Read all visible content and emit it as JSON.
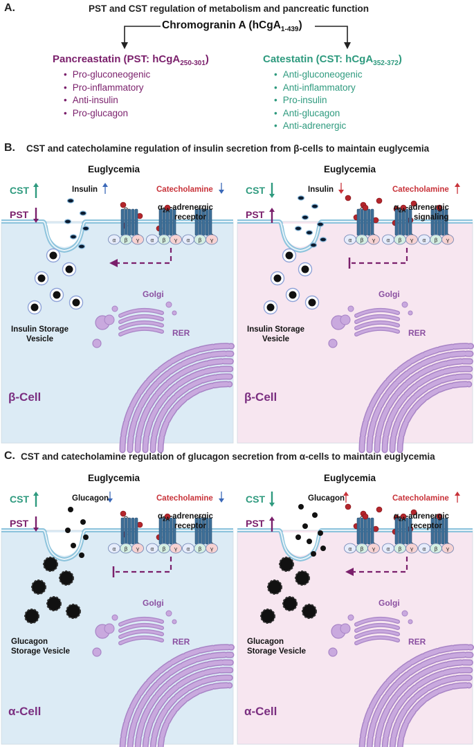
{
  "section_a": {
    "letter": "A.",
    "title": "PST and CST regulation of metabolism and pancreatic function",
    "root": "Chromogranin A (hCgA",
    "root_sub": "1-439",
    "root_close": ")",
    "pst": {
      "title": "Pancreastatin (PST: hCgA",
      "sub": "250-301",
      "close": ")",
      "items": [
        "Pro-gluconeogenic",
        "Pro-inflammatory",
        "Anti-insulin",
        "Pro-glucagon"
      ]
    },
    "cst": {
      "title": "Catestatin (CST: hCgA",
      "sub": "352-372",
      "close": ")",
      "items": [
        "Anti-gluconeogenic",
        "Anti-inflammatory",
        "Pro-insulin",
        "Anti-glucagon",
        "Anti-adrenergic"
      ]
    }
  },
  "section_b": {
    "letter": "B.",
    "title": "CST and catecholamine regulation of insulin secretion from β-cells to maintain euglycemia",
    "left": {
      "heading": "Euglycemia",
      "cst": "CST",
      "pst": "PST",
      "hormone": "Insulin",
      "catecholamine": "Catecholamine",
      "receptor_l1": "α",
      "receptor_sub": "2A",
      "receptor_l1b": "-adrenergic",
      "receptor_l2": "receptor",
      "golgi": "Golgi",
      "rer": "RER",
      "vesicle_l1": "Insulin Storage",
      "vesicle_l2": "Vesicle",
      "cell": "β-Cell"
    },
    "right": {
      "heading": "Euglycemia",
      "cst": "CST",
      "pst": "PST",
      "hormone": "Insulin",
      "catecholamine": "Catecholamine",
      "receptor_l1": "α",
      "receptor_sub": "2A",
      "receptor_l1b": "-adrenergic",
      "receptor_l2": "signaling",
      "golgi": "Golgi",
      "rer": "RER",
      "vesicle_l1": "Insulin Storage",
      "vesicle_l2": "Vesicle",
      "cell": "β-Cell"
    }
  },
  "section_c": {
    "letter": "C.",
    "title": "CST and catecholamine regulation of glucagon secretion from α-cells to maintain euglycemia",
    "left": {
      "heading": "Euglycemia",
      "cst": "CST",
      "pst": "PST",
      "hormone": "Glucagon",
      "catecholamine": "Catecholamine",
      "receptor_l1": "α",
      "receptor_sub": "2A",
      "receptor_l1b": "-adrenergic",
      "receptor_l2": "receptor",
      "golgi": "Golgi",
      "rer": "RER",
      "vesicle_l1": "Glucagon",
      "vesicle_l2": "Storage Vesicle",
      "cell": "α-Cell"
    },
    "right": {
      "heading": "Euglycemia",
      "cst": "CST",
      "pst": "PST",
      "hormone": "Glucagon",
      "catecholamine": "Catecholamine",
      "receptor_l1": "α",
      "receptor_sub": "2A",
      "receptor_l1b": "-adrenergic",
      "receptor_l2": "receptor",
      "golgi": "Golgi",
      "rer": "RER",
      "vesicle_l1": "Glucagon",
      "vesicle_l2": "Storage Vesicle",
      "cell": "α-Cell"
    }
  },
  "colors": {
    "pst_purple": "#7a1f6b",
    "cst_green": "#2e9a7e",
    "catecholamine_red": "#c8333a",
    "up_down_blue": "#3a68b8",
    "panel_blue": "#dcebf5",
    "panel_pink": "#f7e6f0",
    "membrane": "#8cc3dc",
    "organelle_purple": "#c9a9de",
    "receptor_blue": "#3d6f98"
  },
  "subunits": [
    "α",
    "β",
    "γ"
  ]
}
